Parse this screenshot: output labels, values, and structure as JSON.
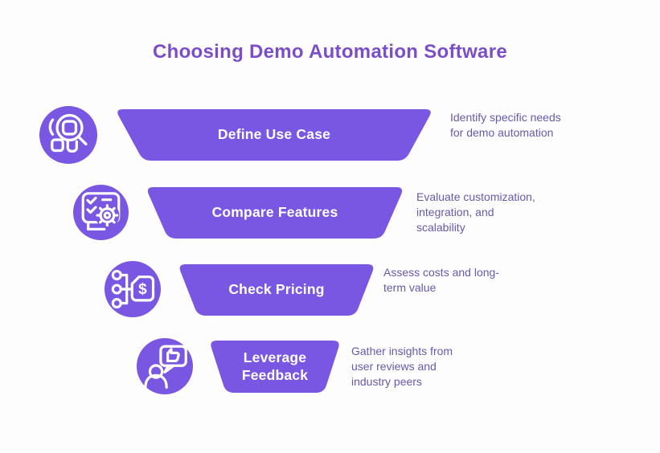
{
  "page": {
    "background_color": "#fdfdfe"
  },
  "title": {
    "text": "Choosing Demo Automation Software",
    "color": "#7C4DC8"
  },
  "colors": {
    "shape": "#7A57E2",
    "step_label": "#ffffff",
    "description_text": "#685AAB",
    "icon_stroke": "#ffffff"
  },
  "funnel": {
    "steps": [
      {
        "label": "Define Use Case",
        "description": "Identify specific needs\nfor demo automation",
        "icon": "search-items-icon"
      },
      {
        "label": "Compare Features",
        "description": "Evaluate customization,\nintegration, and\nscalability",
        "icon": "checklist-gear-icon"
      },
      {
        "label": "Check Pricing",
        "description": "Assess costs and long-\nterm value",
        "icon": "pricing-tag-icon"
      },
      {
        "label": "Leverage\nFeedback",
        "description": "Gather insights from\nuser reviews and\nindustry peers",
        "icon": "person-feedback-icon"
      }
    ]
  },
  "icon_glyphs": {
    "dollar": "$"
  }
}
